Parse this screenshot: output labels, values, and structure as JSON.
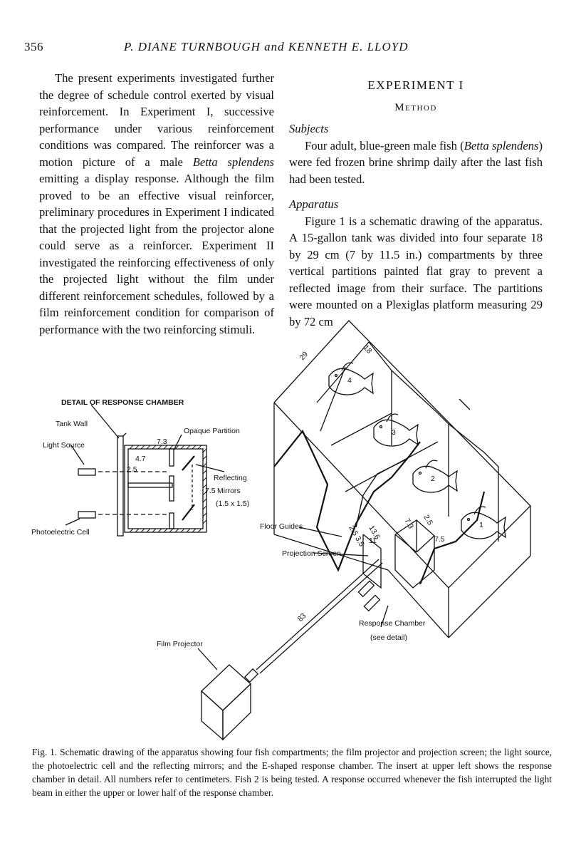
{
  "header": {
    "page_number": "356",
    "running_title": "P. DIANE TURNBOUGH and KENNETH E. LLOYD"
  },
  "left_column": {
    "paragraph": [
      "The present experiments investigated further the degree of schedule control exerted by visual reinforcement. In Experiment I, successive performance under various reinforcement conditions was compared. The reinforcer was a motion picture of a male ",
      "Betta splendens",
      " emitting a display response. Although the film proved to be an effective visual reinforcer, preliminary procedures in Experiment I indicated that the projected light from the projector alone could serve as a reinforcer. Experiment II investigated the reinforcing effectiveness of only the projected light without the film under different reinforcement schedules, followed by a film reinforcement condition for comparison of performance with the two reinforcing stimuli."
    ]
  },
  "right_column": {
    "section_title": "EXPERIMENT I",
    "section_subtitle": "Method",
    "subjects_heading": "Subjects",
    "subjects_text": [
      "Four adult, blue-green male fish (",
      "Betta splendens",
      ") were fed frozen brine shrimp daily after the last fish had been tested."
    ],
    "apparatus_heading": "Apparatus",
    "apparatus_text": "Figure 1 is a schematic drawing of the apparatus. A 15-gallon tank was divided into four separate 18 by 29 cm (7 by 11.5 in.) compartments by three vertical partitions painted flat gray to prevent a reflected image from their surface. The partitions were mounted on a Plexiglas platform measuring 29 by 72 cm"
  },
  "figure": {
    "detail_title": "DETAIL OF RESPONSE CHAMBER",
    "labels": {
      "tank_wall": "Tank Wall",
      "light_source": "Light Source",
      "opaque_partition": "Opaque Partition",
      "reflecting": "Reflecting",
      "mirrors": "Mirrors",
      "mirror_size": "(1.5 x 1.5)",
      "photoelectric_cell": "Photoelectric Cell",
      "floor_guides": "Floor Guides",
      "projection_screen": "Projection Screen",
      "response_chamber": "Response Chamber",
      "see_detail": "(see detail)",
      "film_projector": "Film Projector"
    },
    "dimensions": {
      "d73": "7.3",
      "d47": "4.7",
      "d25": "2.5",
      "d75": "7.5",
      "d29": "29",
      "d18": "18",
      "d83": "83",
      "d136": "13.6",
      "d11": "11",
      "d2525": "2.5 3.5",
      "d73b": "7.3",
      "d25b": "2.5",
      "d75b": "7.5"
    },
    "fish_numbers": [
      "1",
      "2",
      "3",
      "4"
    ]
  },
  "caption": "Fig. 1. Schematic drawing of the apparatus showing four fish compartments; the film projector and projection screen; the light source, the photoelectric cell and the reflecting mirrors; and the E-shaped response chamber. The insert at upper left shows the response chamber in detail. All numbers refer to centimeters. Fish 2 is being tested. A response occurred whenever the fish interrupted the light beam in either the upper or lower half of the response chamber."
}
